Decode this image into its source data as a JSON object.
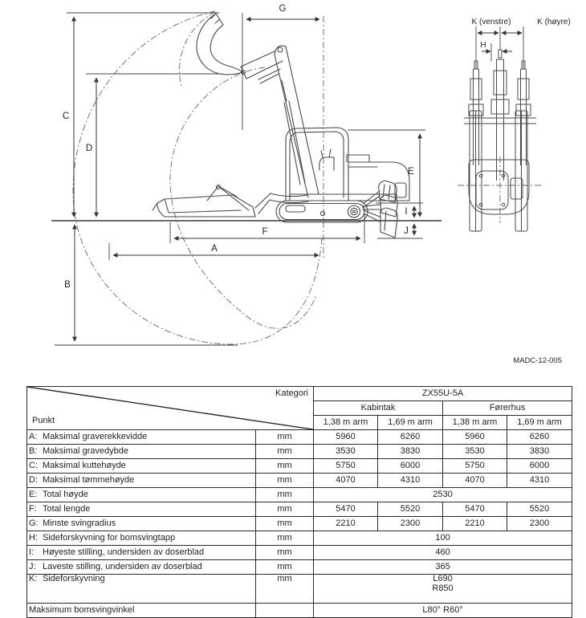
{
  "diagram": {
    "code": "MADC-12-005",
    "labels": {
      "A": "A",
      "B": "B",
      "C": "C",
      "D": "D",
      "E": "E",
      "F": "F",
      "G": "G",
      "H": "H",
      "I": "I",
      "J": "J",
      "k_left": "K (venstre)",
      "k_right": "K (høyre)"
    }
  },
  "table": {
    "header": {
      "punkt": "Punkt",
      "kategori": "Kategori",
      "model": "ZX55U-5A",
      "groups": [
        "Kabintak",
        "Førerhus"
      ],
      "arms": [
        "1,38 m arm",
        "1,69 m arm",
        "1,38 m arm",
        "1,69 m arm"
      ]
    },
    "rows": [
      {
        "letter": "A:",
        "label": "Maksimal graverekkevidde",
        "unit": "mm",
        "values": [
          "5960",
          "6260",
          "5960",
          "6260"
        ]
      },
      {
        "letter": "B:",
        "label": "Maksimal gravedybde",
        "unit": "mm",
        "values": [
          "3530",
          "3830",
          "3530",
          "3830"
        ]
      },
      {
        "letter": "C:",
        "label": "Maksimal kuttehøyde",
        "unit": "mm",
        "values": [
          "5750",
          "6000",
          "5750",
          "6000"
        ]
      },
      {
        "letter": "D:",
        "label": "Maksimal tømmehøyde",
        "unit": "mm",
        "values": [
          "4070",
          "4310",
          "4070",
          "4310"
        ]
      },
      {
        "letter": "E:",
        "label": "Total høyde",
        "unit": "mm",
        "span": "2530"
      },
      {
        "letter": "F:",
        "label": "Total lengde",
        "unit": "mm",
        "values": [
          "5470",
          "5520",
          "5470",
          "5520"
        ]
      },
      {
        "letter": "G:",
        "label": "Minste svingradius",
        "unit": "mm",
        "values": [
          "2210",
          "2300",
          "2210",
          "2300"
        ]
      },
      {
        "letter": "H:",
        "label": "Sideforskyvning for bomsvingtapp",
        "unit": "mm",
        "span": "100"
      },
      {
        "letter": "I:",
        "label": "Høyeste stilling, undersiden av doserblad",
        "unit": "mm",
        "span": "460"
      },
      {
        "letter": "J:",
        "label": "Laveste stilling, undersiden av doserblad",
        "unit": "mm",
        "span": "365"
      },
      {
        "letter": "K:",
        "label": "Sideforskyvning",
        "unit": "mm",
        "span_line1": "L690",
        "span_line2": "R850"
      },
      {
        "letter": "",
        "label": "Maksimum bomsvingvinkel",
        "unit": "",
        "span": "L80° R60°"
      }
    ]
  }
}
